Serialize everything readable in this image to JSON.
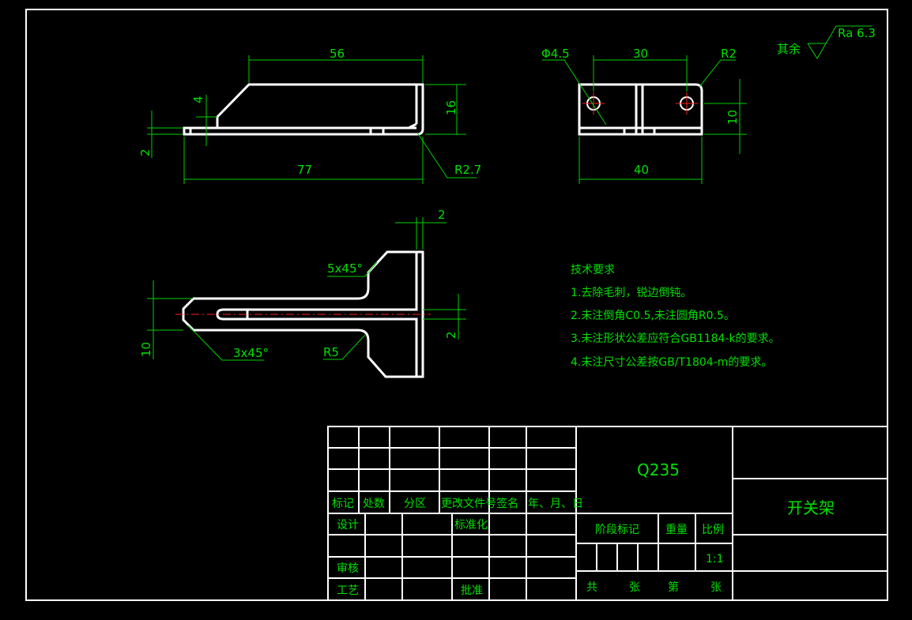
{
  "roughness": {
    "prefix": "其余",
    "value": "Ra 6.3"
  },
  "dimensions": {
    "front": {
      "top_length": "56",
      "step": "4",
      "height": "16",
      "thickness": "2",
      "total_length": "77",
      "fillet": "R2.7"
    },
    "side": {
      "hole_dia": "Φ4.5",
      "hole_spacing": "30",
      "corner_radius": "R2",
      "height": "10",
      "width": "40"
    },
    "top": {
      "thickness": "2",
      "chamfer_top": "5x45°",
      "chamfer_left": "3x45°",
      "fillet": "R5",
      "slot_width": "2",
      "height": "10"
    }
  },
  "technical_requirements": {
    "title": "技术要求",
    "items": [
      "1.去除毛刺，锐边倒钝。",
      "2.未注倒角C0.5,未注圆角R0.5。",
      "3.未注形状公差应符合GB1184-k的要求。",
      "4.未注尺寸公差按GB/T1804-m的要求。"
    ]
  },
  "title_block": {
    "material": "Q235",
    "part_name": "开关架",
    "revision_headers": [
      "标记",
      "处数",
      "分区",
      "更改文件号",
      "签名",
      "年、月、日"
    ],
    "design": "设计",
    "standardization": "标准化",
    "review": "审核",
    "process": "工艺",
    "approve": "批准",
    "stage_mark": "阶段标记",
    "weight": "重量",
    "scale_label": "比例",
    "scale_value": "1:1",
    "sheet_total": "共",
    "sheet_unit1": "张",
    "sheet_number": "第",
    "sheet_unit2": "张"
  },
  "colors": {
    "background": "#000000",
    "outline": "#ffffff",
    "dimension": "#00e000",
    "centerline": "#ff2020"
  }
}
